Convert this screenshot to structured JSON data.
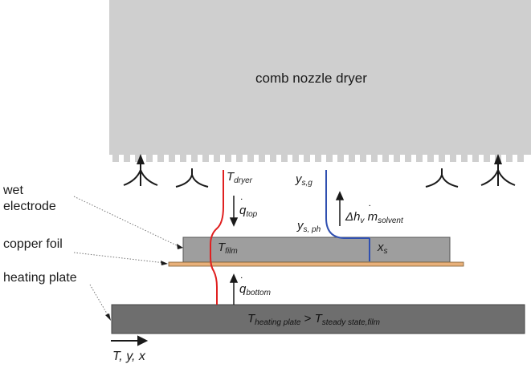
{
  "labels": {
    "dryer_title": "comb nozzle dryer",
    "wet_electrode_line1": "wet",
    "wet_electrode_line2": "electrode",
    "copper_foil": "copper foil",
    "heating_plate": "heating plate",
    "axis_vars": "T, y, x"
  },
  "symbols": {
    "T": "T",
    "dryer_sub": "dryer",
    "q": "q",
    "top_sub": "top",
    "bottom_sub": "bottom",
    "film_sub": "film",
    "y": "y",
    "sg_sub": "s,g",
    "sph_sub": "s, ph",
    "x": "x",
    "s_sub": "s",
    "delta_h": "Δh",
    "v_sub": "v",
    "m": "m",
    "solvent_sub": "solvent",
    "heating_plate_sub": "heating plate",
    "gt": ">",
    "steady_sub": "steady state,film"
  },
  "colors": {
    "dryer_gray": "#cfcfcf",
    "film_gray": "#9e9e9e",
    "plate_gray": "#6e6e6e",
    "copper": "#e8b07a",
    "temperature_line": "#e02020",
    "concentration_line": "#3050b0"
  }
}
